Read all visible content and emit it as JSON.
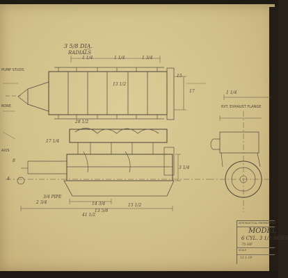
{
  "drawing": {
    "top_dimension": "3 5/8 DIA.",
    "top_subnote": "RADIALS",
    "left_note_1": "PUMP STUDS",
    "left_note_2": "BORE",
    "left_note_3": "AXIS",
    "right_note": "EXT. EXHAUST FLANGE",
    "dims": [
      "1 1/4",
      "1 1/4",
      "1 3/4",
      "15",
      "17",
      "13 1/2",
      "1 1/4",
      "3 1/4",
      "15 1/2",
      "28 1/2",
      "14 3/4",
      "13 5/8",
      "17 1/4",
      "2 3/4",
      "3/4 PIPE",
      "41 1/2",
      "8",
      "4"
    ],
    "title_block": {
      "line1": "AERONAUTICAL ENGINEERING",
      "line2": "MODEL",
      "line3": "6 CYL. 3 1/2 BORE",
      "line4": "75 HP",
      "scale_label": "SCALE",
      "date": "12 1 19"
    }
  }
}
